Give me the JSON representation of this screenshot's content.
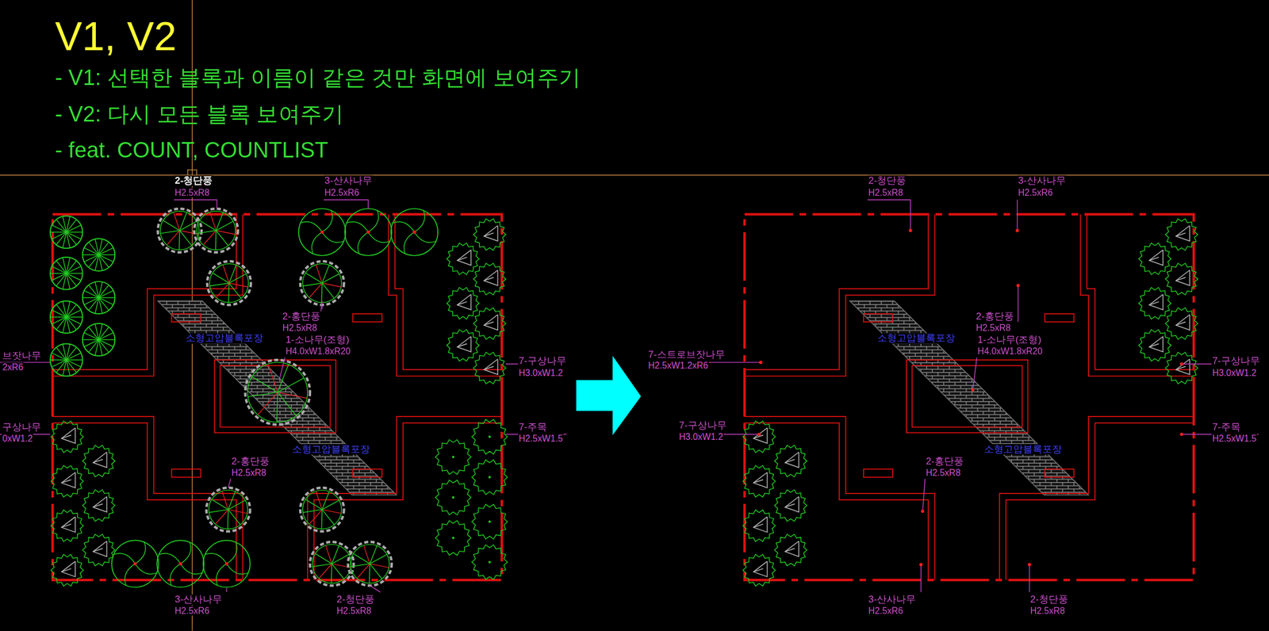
{
  "diagram": {
    "title": "V1, V2",
    "labels": [
      "- V1: 선택한 블록과 이름이 같은 것만 화면에 보여주기",
      "- V2: 다시 모든 블록 보여주기",
      "- feat. COUNT, COUNTLIST",
      "2-청단풍",
      "H2.5xR8",
      "3-산사나무",
      "H2.5xR6",
      "2-홍단풍",
      "H2.5xR8",
      "1-소나무(조형)",
      "H4.0xW1.8xR20",
      "소형고압블록포장",
      "소형고압블록포장",
      "브잣나무",
      "2xR6",
      "7-구상나무",
      "H3.0xW1.2",
      "구상나무",
      "0xW1.2",
      "7-주목",
      "H2.5xW1.5",
      "2-홍단풍",
      "H2.5xR8",
      "3-산사나무",
      "H2.5xR6",
      "2-청단풍",
      "H2.5xR8",
      "2-청단풍",
      "H2.5xR8",
      "3-산사나무",
      "H2.5xR6",
      "2-홍단풍",
      "H2.5xR8",
      "1-소나무(조형)",
      "H4.0xW1.8xR20",
      "소형고압블록포장",
      "소형고압블록포장",
      "7-스트로브잣나무",
      "H2.5xW1.2xR6",
      "7-구상나무",
      "H3.0xW1.2",
      "7-구상나무",
      "H3.0xW1.2",
      "7-주목",
      "H2.5xW1.5",
      "2-홍단풍",
      "H2.5xR8",
      "3-산사나무",
      "H2.5xR6",
      "2-청단풍",
      "H2.5xR8"
    ]
  }
}
